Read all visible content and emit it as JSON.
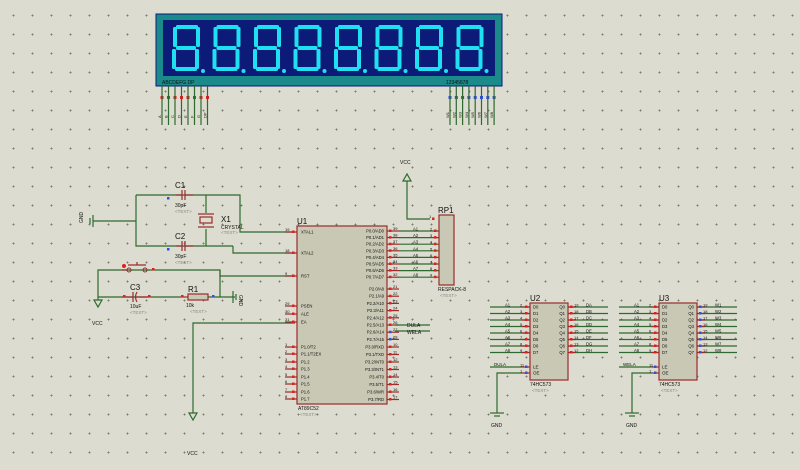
{
  "display": {
    "segment_label": "ABCDEFG DP",
    "digit_label": "12345678",
    "digit_count": 8,
    "seg_pins": [
      "A",
      "B",
      "C",
      "D",
      "E",
      "F",
      "G",
      "DP"
    ],
    "dig_pins": [
      "W1",
      "W2",
      "W3",
      "W4",
      "W5",
      "W6",
      "W7",
      "W8"
    ],
    "colors": {
      "frame": "#1a8a8a",
      "panel": "#0c1a78",
      "segment": "#1fe0f0"
    }
  },
  "components": {
    "c1": {
      "ref": "C1",
      "value": "30pF",
      "text": "<TEXT>"
    },
    "c2": {
      "ref": "C2",
      "value": "30pF",
      "text": "<TEXT>"
    },
    "c3": {
      "ref": "C3",
      "value": "10uF",
      "text": "<TEXT>"
    },
    "x1": {
      "ref": "X1",
      "value": "CRYSTAL",
      "text": "<TEXT>"
    },
    "r1": {
      "ref": "R1",
      "value": "10k",
      "text": "<TEXT>"
    },
    "rp1": {
      "ref": "RP1",
      "value": "RESPACK-8",
      "text": "<TEXT>",
      "pins": [
        "2",
        "3",
        "4",
        "5",
        "6",
        "7",
        "8",
        "9"
      ],
      "nets": [
        "A1",
        "A2",
        "A3",
        "A4",
        "A5",
        "A6",
        "A7",
        "A8"
      ]
    },
    "u1": {
      "ref": "U1",
      "value": "AT89C52",
      "text": "<TEXT>",
      "left_pins": [
        {
          "num": "19",
          "name": "XTAL1"
        },
        {
          "num": "18",
          "name": "XTAL2"
        },
        {
          "num": "9",
          "name": "RST"
        },
        {
          "num": "29",
          "name": "PSEN"
        },
        {
          "num": "30",
          "name": "ALE"
        },
        {
          "num": "31",
          "name": "EA"
        },
        {
          "num": "1",
          "name": "P1.0/T2"
        },
        {
          "num": "2",
          "name": "P1.1/T2EX"
        },
        {
          "num": "3",
          "name": "P1.2"
        },
        {
          "num": "4",
          "name": "P1.3"
        },
        {
          "num": "5",
          "name": "P1.4"
        },
        {
          "num": "6",
          "name": "P1.5"
        },
        {
          "num": "7",
          "name": "P1.6"
        },
        {
          "num": "8",
          "name": "P1.7"
        }
      ],
      "right_pins": [
        {
          "num": "39",
          "name": "P0.0/AD0"
        },
        {
          "num": "38",
          "name": "P0.1/AD1"
        },
        {
          "num": "37",
          "name": "P0.2/AD2"
        },
        {
          "num": "36",
          "name": "P0.3/AD3"
        },
        {
          "num": "35",
          "name": "P0.4/AD4"
        },
        {
          "num": "34",
          "name": "P0.5/AD5"
        },
        {
          "num": "33",
          "name": "P0.6/AD6"
        },
        {
          "num": "32",
          "name": "P0.7/AD7"
        },
        {
          "num": "21",
          "name": "P2.0/A8"
        },
        {
          "num": "22",
          "name": "P2.1/A9"
        },
        {
          "num": "23",
          "name": "P2.2/A10"
        },
        {
          "num": "24",
          "name": "P2.3/A11"
        },
        {
          "num": "25",
          "name": "P2.4/A12"
        },
        {
          "num": "26",
          "name": "P2.5/A13"
        },
        {
          "num": "27",
          "name": "P2.6/A14"
        },
        {
          "num": "28",
          "name": "P2.7/A15"
        },
        {
          "num": "10",
          "name": "P3.0/RXD"
        },
        {
          "num": "11",
          "name": "P3.1/TXD"
        },
        {
          "num": "12",
          "name": "P3.2/INT0"
        },
        {
          "num": "13",
          "name": "P3.3/INT1"
        },
        {
          "num": "14",
          "name": "P3.4/T0"
        },
        {
          "num": "15",
          "name": "P3.5/T1"
        },
        {
          "num": "16",
          "name": "P3.6/WR"
        },
        {
          "num": "17",
          "name": "P3.7/RD"
        }
      ],
      "p0_nets": [
        "A1",
        "A2",
        "A3",
        "A4",
        "A5",
        "A6",
        "A7",
        "A8"
      ]
    },
    "u2": {
      "ref": "U2",
      "value": "74HC573",
      "text": "<TEXT>",
      "le_net": "DULA",
      "in_nets": [
        "A1",
        "A2",
        "A3",
        "A4",
        "A5",
        "A6",
        "A7",
        "A8"
      ],
      "in_pins": [
        "2",
        "3",
        "4",
        "5",
        "6",
        "7",
        "8",
        "9"
      ],
      "in_names": [
        "D0",
        "D1",
        "D2",
        "D3",
        "D4",
        "D5",
        "D6",
        "D7"
      ],
      "out_names": [
        "Q0",
        "Q1",
        "Q2",
        "Q3",
        "Q4",
        "Q5",
        "Q6",
        "Q7"
      ],
      "out_pins": [
        "19",
        "18",
        "17",
        "16",
        "15",
        "14",
        "13",
        "12"
      ],
      "out_nets": [
        "DA",
        "DB",
        "DC",
        "DD",
        "DE",
        "DF",
        "DG",
        "DH"
      ],
      "ctrl": [
        {
          "num": "11",
          "name": "LE"
        },
        {
          "num": "1",
          "name": "OE"
        }
      ]
    },
    "u3": {
      "ref": "U3",
      "value": "74HC573",
      "text": "<TEXT>",
      "le_net": "WELA",
      "in_nets": [
        "A1",
        "A2",
        "A3",
        "A4",
        "A5",
        "A6",
        "A7",
        "A8"
      ],
      "in_pins": [
        "2",
        "3",
        "4",
        "5",
        "6",
        "7",
        "8",
        "9"
      ],
      "in_names": [
        "D0",
        "D1",
        "D2",
        "D3",
        "D4",
        "D5",
        "D6",
        "D7"
      ],
      "out_names": [
        "Q0",
        "Q1",
        "Q2",
        "Q3",
        "Q4",
        "Q5",
        "Q6",
        "Q7"
      ],
      "out_pins": [
        "19",
        "18",
        "17",
        "16",
        "15",
        "14",
        "13",
        "12"
      ],
      "out_nets": [
        "W1",
        "W2",
        "W3",
        "W4",
        "W5",
        "W6",
        "W7",
        "W8"
      ],
      "ctrl": [
        {
          "num": "11",
          "name": "LE"
        },
        {
          "num": "1",
          "name": "OE"
        }
      ]
    }
  },
  "nets": {
    "dula": "DULA",
    "wela": "WELA"
  },
  "power": {
    "vcc": "VCC",
    "gnd": "GND"
  }
}
